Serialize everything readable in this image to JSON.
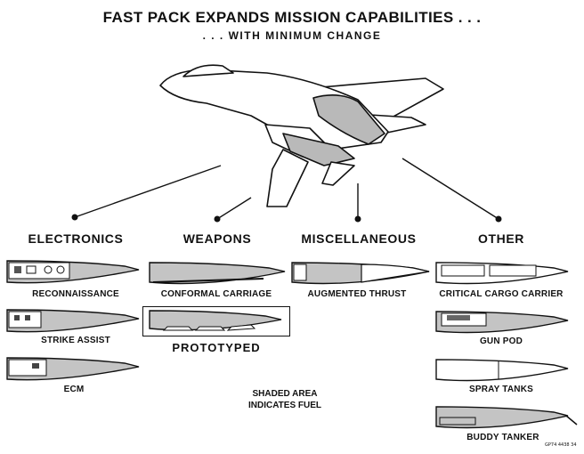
{
  "title": "FAST PACK EXPANDS MISSION CAPABILITIES . . .",
  "subtitle": ". . . WITH MINIMUM CHANGE",
  "categories": {
    "electronics": "ELECTRONICS",
    "weapons": "WEAPONS",
    "miscellaneous": "MISCELLANEOUS",
    "other": "OTHER"
  },
  "labels": {
    "reconnaissance": "RECONNAISSANCE",
    "strike_assist": "STRIKE ASSIST",
    "ecm": "ECM",
    "conformal_carriage": "CONFORMAL CARRIAGE",
    "prototyped": "PROTOTYPED",
    "augmented_thrust": "AUGMENTED THRUST",
    "critical_cargo_carrier": "CRITICAL CARGO CARRIER",
    "gun_pod": "GUN POD",
    "spray_tanks": "SPRAY TANKS",
    "buddy_tanker": "BUDDY TANKER"
  },
  "note": {
    "line1": "SHADED AREA",
    "line2": "INDICATES FUEL"
  },
  "figure_code": "GP74 4438 34",
  "colors": {
    "ink": "#111111",
    "fuel_shading": "#bdbdbd",
    "paper": "#ffffff"
  }
}
